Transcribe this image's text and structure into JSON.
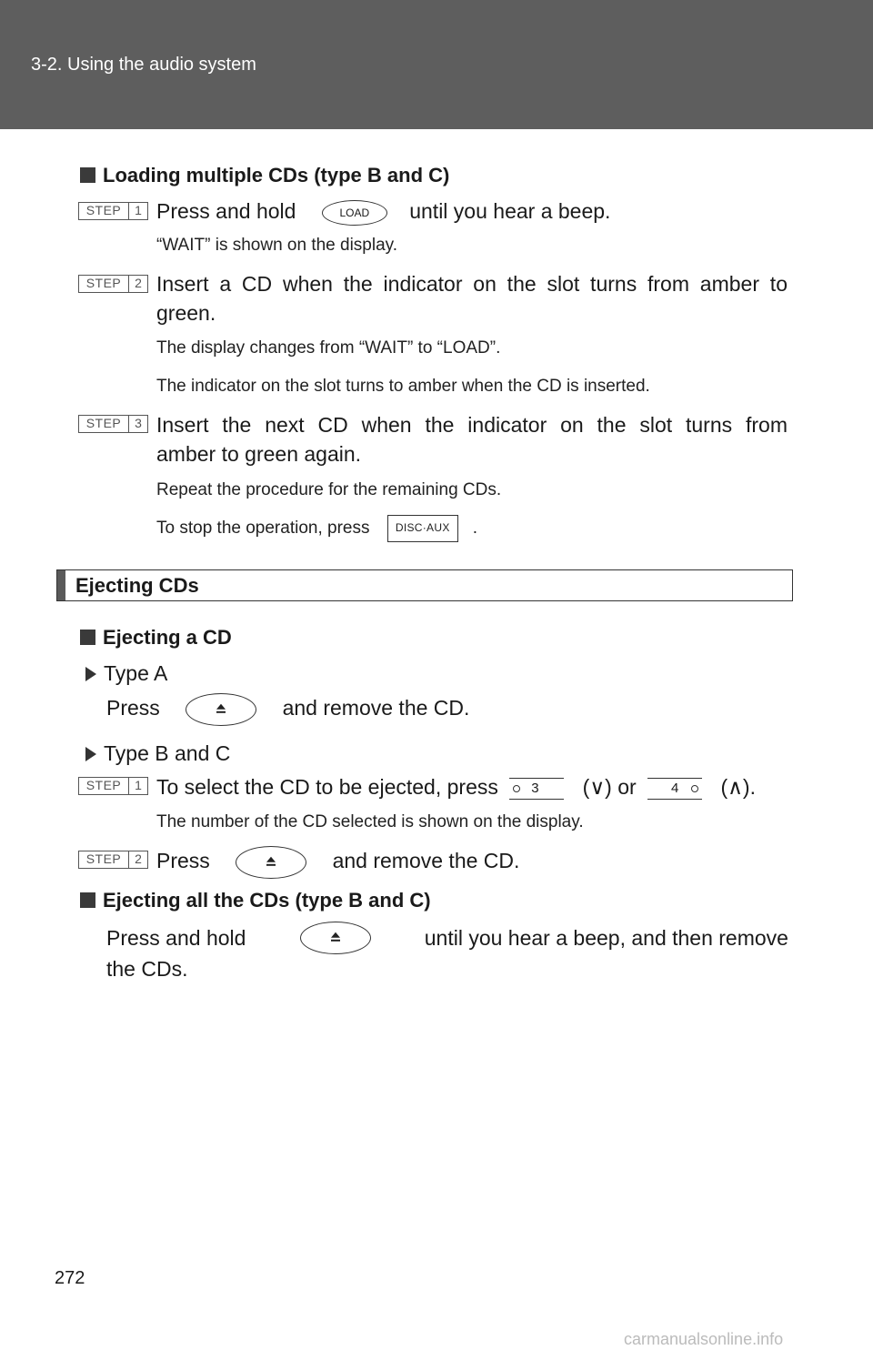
{
  "header": {
    "section": "3-2. Using the audio system"
  },
  "loading": {
    "heading": "Loading multiple CDs (type B and C)",
    "step_word": "STEP",
    "step1": {
      "num": "1",
      "pre": "Press and hold",
      "post": "until you hear a beep.",
      "note": "“WAIT” is shown on the display.",
      "button": "LOAD"
    },
    "step2": {
      "num": "2",
      "line1": "Insert a CD when the indicator on the slot turns from amber to",
      "line2": "green.",
      "note1": "The display changes from “WAIT” to “LOAD”.",
      "note2": "The indicator on the slot turns to amber when the CD is inserted."
    },
    "step3": {
      "num": "3",
      "line1": "Insert the next CD when the indicator on the slot turns from",
      "line2": "amber to green again.",
      "note1": "Repeat the procedure for the remaining CDs.",
      "note2_pre": "To stop the operation, press",
      "note2_post": ".",
      "button": "DISC·AUX"
    }
  },
  "ejecting": {
    "bar_title": "Ejecting CDs",
    "sub1": "Ejecting a CD",
    "typeA": {
      "label": "Type A",
      "pre": "Press",
      "post": "and remove the CD."
    },
    "typeBC": {
      "label": "Type B and C",
      "step1": {
        "num": "1",
        "pre": "To select the CD to be ejected, press",
        "mid1": "(∨) or",
        "mid2": "(∧).",
        "preset1": "3",
        "preset2": "4",
        "note": "The number of the CD selected is shown on the display."
      },
      "step2": {
        "num": "2",
        "pre": "Press",
        "post": "and remove the CD."
      }
    },
    "sub2": "Ejecting all the CDs (type B and C)",
    "all": {
      "pre": "Press and hold",
      "post": "until you hear a beep, and then remove",
      "line2": "the CDs."
    }
  },
  "footer": {
    "page": "272",
    "watermark": "carmanualsonline.info"
  }
}
